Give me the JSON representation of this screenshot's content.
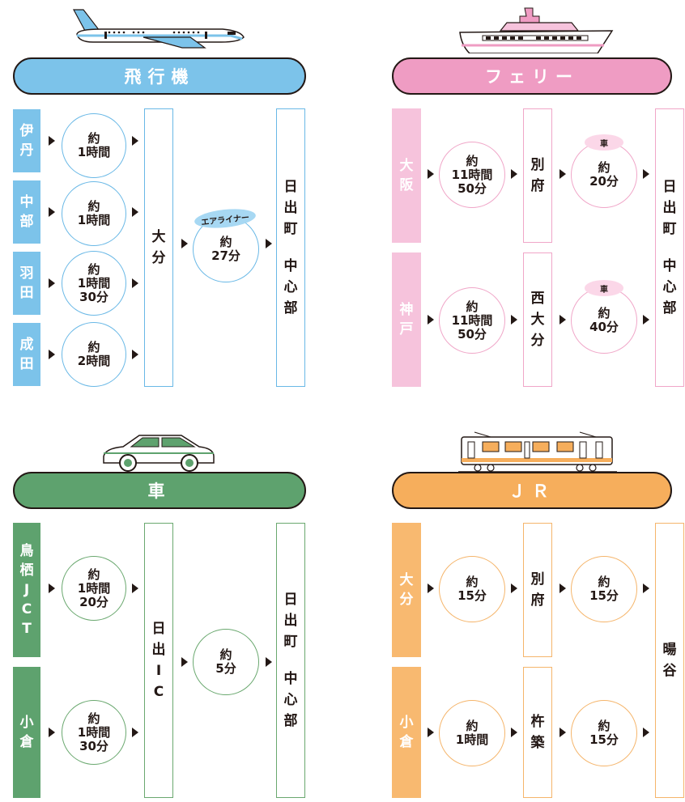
{
  "colors": {
    "plane": "#7cc3ea",
    "plane_line": "#69b8e6",
    "ferry": "#ef9cc3",
    "ferry_light": "#f6c3dc",
    "ferry_line": "#f0a6c8",
    "ferry_tag": "#fbd7e8",
    "car": "#5ea26e",
    "car_line": "#6aa86f",
    "jr": "#f6ae5c",
    "jr_light": "#f8b970",
    "jr_line": "#f5b56b",
    "ink": "#231815"
  },
  "plane": {
    "title": "飛行機",
    "icon": "airplane-icon",
    "origins": [
      {
        "name": [
          "伊",
          "丹"
        ],
        "time": [
          "約",
          "1時間"
        ]
      },
      {
        "name": [
          "中",
          "部"
        ],
        "time": [
          "約",
          "1時間"
        ]
      },
      {
        "name": [
          "羽",
          "田"
        ],
        "time": [
          "約",
          "1時間",
          "30分"
        ]
      },
      {
        "name": [
          "成",
          "田"
        ],
        "time": [
          "約",
          "2時間"
        ]
      }
    ],
    "hub": [
      "大",
      "分"
    ],
    "tag": "エアライナー",
    "hub_time": [
      "約",
      "27分"
    ],
    "dest": [
      "日",
      "出",
      "町",
      "",
      "中",
      "心",
      "部"
    ]
  },
  "ferry": {
    "title": "フェリー",
    "icon": "ferry-ship-icon",
    "origins": [
      {
        "name": [
          "大",
          "阪"
        ],
        "time": [
          "約",
          "11時間",
          "50分"
        ],
        "port": [
          "別",
          "府"
        ],
        "tag": "車",
        "time2": [
          "約",
          "20分"
        ]
      },
      {
        "name": [
          "神",
          "戸"
        ],
        "time": [
          "約",
          "11時間",
          "50分"
        ],
        "port": [
          "西",
          "大",
          "分"
        ],
        "tag": "車",
        "time2": [
          "約",
          "40分"
        ]
      }
    ],
    "dest": [
      "日",
      "出",
      "町",
      "",
      "中",
      "心",
      "部"
    ]
  },
  "car": {
    "title": "車",
    "icon": "car-icon",
    "origins": [
      {
        "name": [
          "鳥",
          "栖",
          "J",
          "C",
          "T"
        ],
        "time": [
          "約",
          "1時間",
          "20分"
        ]
      },
      {
        "name": [
          "小",
          "倉"
        ],
        "time": [
          "約",
          "1時間",
          "30分"
        ]
      }
    ],
    "hub": [
      "日",
      "出",
      "I",
      "C"
    ],
    "hub_time": [
      "約",
      "5分"
    ],
    "dest": [
      "日",
      "出",
      "町",
      "",
      "中",
      "心",
      "部"
    ]
  },
  "jr": {
    "title": "ＪＲ",
    "icon": "train-icon",
    "origins": [
      {
        "name": [
          "大",
          "分"
        ],
        "time": [
          "約",
          "15分"
        ],
        "station": [
          "別",
          "府"
        ],
        "time2": [
          "約",
          "15分"
        ]
      },
      {
        "name": [
          "小",
          "倉"
        ],
        "time": [
          "約",
          "1時間"
        ],
        "station": [
          "杵",
          "築"
        ],
        "time2": [
          "約",
          "15分"
        ]
      }
    ],
    "dest": [
      "暘",
      "谷"
    ]
  }
}
